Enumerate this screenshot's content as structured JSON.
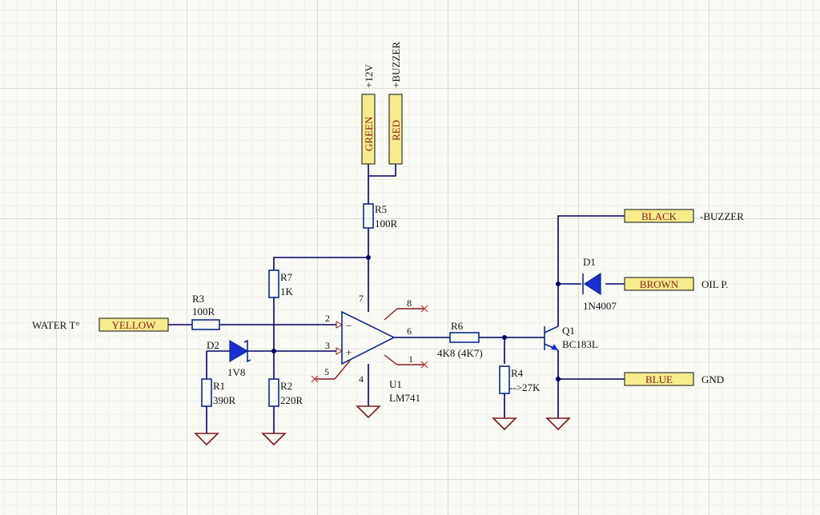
{
  "connectors": {
    "green": "GREEN",
    "red": "RED",
    "yellow": "YELLOW",
    "black": "BLACK",
    "brown": "BROWN",
    "blue": "BLUE"
  },
  "net_labels": {
    "plus12v": "+12V",
    "plus_buzzer": "+BUZZER",
    "minus_buzzer": "-BUZZER",
    "oil_p": "OIL P.",
    "gnd": "GND",
    "water_t": "WATER T°"
  },
  "components": {
    "r1": {
      "ref": "R1",
      "value": "390R"
    },
    "r2": {
      "ref": "R2",
      "value": "220R"
    },
    "r3": {
      "ref": "R3",
      "value": "100R"
    },
    "r4": {
      "ref": "R4",
      "value": "-->27K"
    },
    "r5": {
      "ref": "R5",
      "value": "100R"
    },
    "r6": {
      "ref": "R6",
      "value": "4K8 (4K7)"
    },
    "r7": {
      "ref": "R7",
      "value": "1K"
    },
    "d1": {
      "ref": "D1",
      "value": "1N4007"
    },
    "d2": {
      "ref": "D2",
      "value": "1V8"
    },
    "q1": {
      "ref": "Q1",
      "value": "BC183L"
    },
    "u1": {
      "ref": "U1",
      "value": "LM741"
    }
  },
  "opamp_pins": {
    "p1": "1",
    "p2": "2",
    "p3": "3",
    "p4": "4",
    "p5": "5",
    "p6": "6",
    "p7": "7",
    "p8": "8",
    "minus": "−",
    "plus": "+"
  }
}
